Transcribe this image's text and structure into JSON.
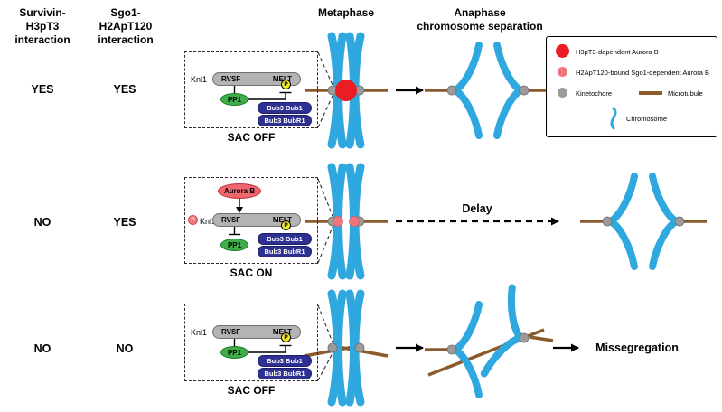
{
  "headers": {
    "survivin": "Survivin-H3pT3\ninteraction",
    "sgo1": "Sgo1-H2ApT120\ninteraction",
    "metaphase": "Metaphase",
    "anaphase": "Anaphase\nchromosome separation"
  },
  "legend": {
    "items": [
      {
        "icon": "big-red-circle",
        "label": "H3pT3-dependent Aurora B"
      },
      {
        "icon": "small-pink-circle",
        "label": "H2ApT120-bound Sgo1-dependent Aurora B"
      },
      {
        "icon": "gray-circle",
        "label": "Kinetochore"
      },
      {
        "icon": "brown-line",
        "label": "Microtubule"
      },
      {
        "icon": "blue-squiggle",
        "label": "Chromosome"
      }
    ]
  },
  "rows": [
    {
      "survivin": "YES",
      "sgo1": "YES",
      "sac_label": "SAC OFF",
      "inset": {
        "knl1": "Knl1",
        "rvsf": "RVSF",
        "melt": "MELT",
        "pp1": "PP1",
        "phospho": "P",
        "bub_top": "Bub3 Bub1",
        "bub_bottom": "Bub3 BubR1"
      }
    },
    {
      "survivin": "NO",
      "sgo1": "YES",
      "sac_label": "SAC ON",
      "arrow_label": "Delay",
      "inset": {
        "aurora": "Aurora B",
        "knl1": "Knl1",
        "rvsf": "RVSF",
        "melt": "MELT",
        "pp1": "PP1",
        "phospho": "P",
        "phospho_pink": "P",
        "bub_top": "Bub3 Bub1",
        "bub_bottom": "Bub3 BubR1"
      }
    },
    {
      "survivin": "NO",
      "sgo1": "NO",
      "sac_label": "SAC OFF",
      "outcome_label": "Missegregation",
      "inset": {
        "knl1": "Knl1",
        "rvsf": "RVSF",
        "melt": "MELT",
        "pp1": "PP1",
        "phospho": "P",
        "bub_top": "Bub3 Bub1",
        "bub_bottom": "Bub3 BubR1"
      }
    }
  ],
  "colors": {
    "chromosome_blue": "#2fa8df",
    "microtubule_brown": "#8a5a2a",
    "kinetochore_gray": "#9b9b9b",
    "h3pt3_aurora_red": "#ea1c24",
    "sgo1_aurora_pink": "#f4747c",
    "pp1_green": "#3fae49",
    "bub_navy": "#2e3192",
    "phospho_yellow": "#efe92c",
    "knl1_bar_gray": "#b3b3b3"
  }
}
